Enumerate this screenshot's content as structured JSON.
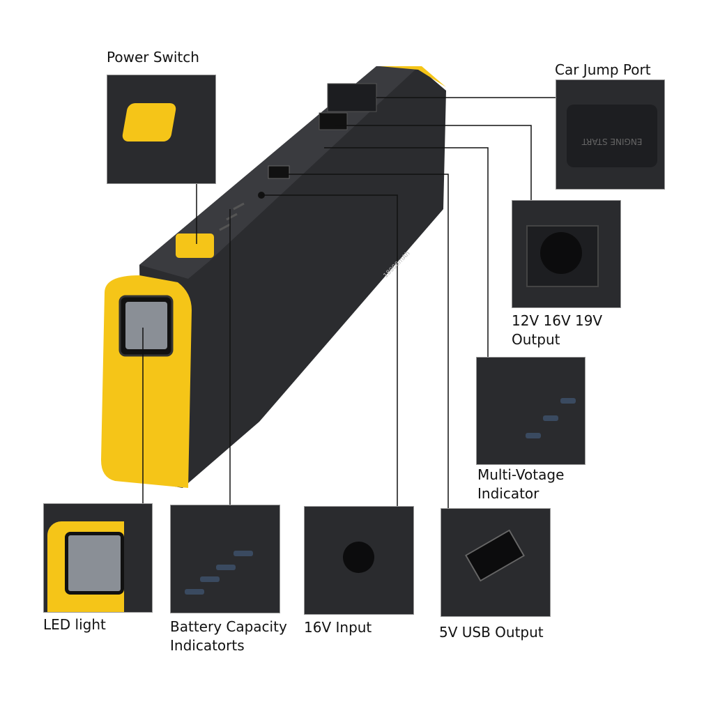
{
  "device": {
    "capacity": "18000mAh",
    "port_text": "ENGINE START"
  },
  "callouts": {
    "power_switch": "Power Switch",
    "car_jump_port": "Car Jump Port",
    "dc_output": [
      "12V 16V 19V",
      "Output"
    ],
    "multi_voltage": [
      "Multi-Votage",
      "Indicator"
    ],
    "led_light": "LED light",
    "battery_capacity": [
      "Battery Capacity",
      "Indicatorts"
    ],
    "input_16v": "16V Input",
    "usb_output": "5V USB Output"
  },
  "colors": {
    "body": "#2b2c2f",
    "accent": "#f5c518"
  }
}
